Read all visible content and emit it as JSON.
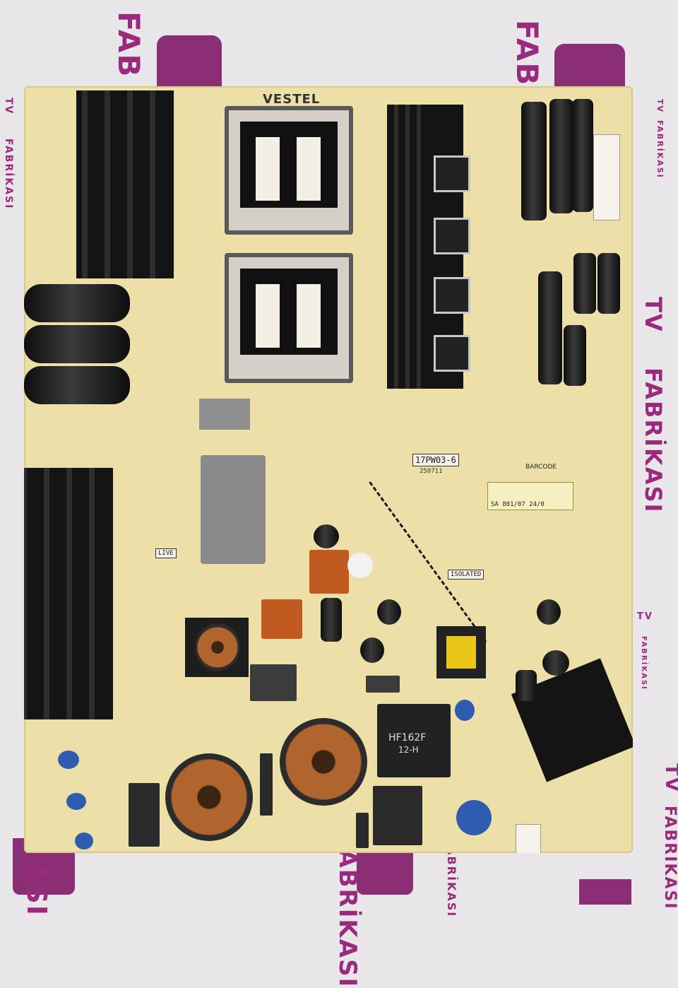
{
  "watermark": {
    "brand_a": "TV",
    "brand_b": "FABRİKASI",
    "brand_partial_top_left": "FAB",
    "brand_partial_top_mid": "FAB",
    "brand_partial_bottom": "ASI",
    "color": "#9a2a7c"
  },
  "board": {
    "maker_mark": "VESTEL",
    "model_label": "17PW03-6",
    "model_date": "250711",
    "barcode_title": "BARCODE",
    "barcode_line": "SA 801/07 24/0",
    "isolated_label": "ISOLATED",
    "live_label": "LIVE",
    "relay_brand": "HF162F",
    "relay_coil": "12-H",
    "colors": {
      "pcb": "#ece0a8",
      "heatsink": "#141414",
      "copper": "#b0652e"
    }
  }
}
